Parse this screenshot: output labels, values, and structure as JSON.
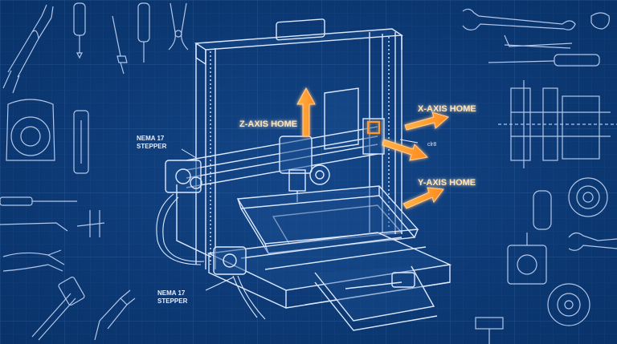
{
  "labels": {
    "z_axis_home": "Z-AXIS HOME",
    "x_axis_home": "X-AXIS HOME",
    "y_axis_home": "Y-AXIS HOME",
    "nema_top_line1": "NEMA 17",
    "nema_top_line2": "STEPPER",
    "nema_bottom_line1": "NEMA 17",
    "nema_bottom_line2": "STEPPER",
    "small_note": "clr8"
  },
  "colors": {
    "background": "#0b3a78",
    "grid_fine": "#2a5c9a",
    "grid_major": "#3d72b3",
    "line": "#d9e8ff",
    "accent": "#ff9a2e",
    "accent_text": "#ffe3b8"
  },
  "icons": [
    "pliers-icon",
    "screwdriver-icon",
    "wrench-icon",
    "allen-key-icon",
    "hammer-icon",
    "tape-roll-icon",
    "bearing-icon",
    "stepper-motor-icon"
  ]
}
